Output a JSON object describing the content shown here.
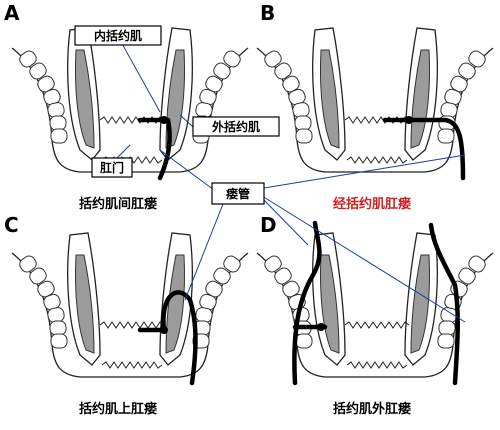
{
  "panels": [
    {
      "letter": "A",
      "caption": "括约肌间肛瘘",
      "caption_color": "#000000"
    },
    {
      "letter": "B",
      "caption": "经括约肌肛瘘",
      "caption_color": "#d21f1f"
    },
    {
      "letter": "C",
      "caption": "括约肌上肛瘘",
      "caption_color": "#000000"
    },
    {
      "letter": "D",
      "caption": "括约肌外肛瘘",
      "caption_color": "#000000"
    }
  ],
  "labels": {
    "internal_sphincter": "内括约肌",
    "external_sphincter": "外括约肌",
    "anus": "肛门",
    "fistula": "瘘管"
  },
  "colors": {
    "fistula_line": "#000000",
    "muscle_shade": "#9b9b9b",
    "leader_line": "#1a3ca6",
    "highlight_caption": "#d21f1f"
  }
}
